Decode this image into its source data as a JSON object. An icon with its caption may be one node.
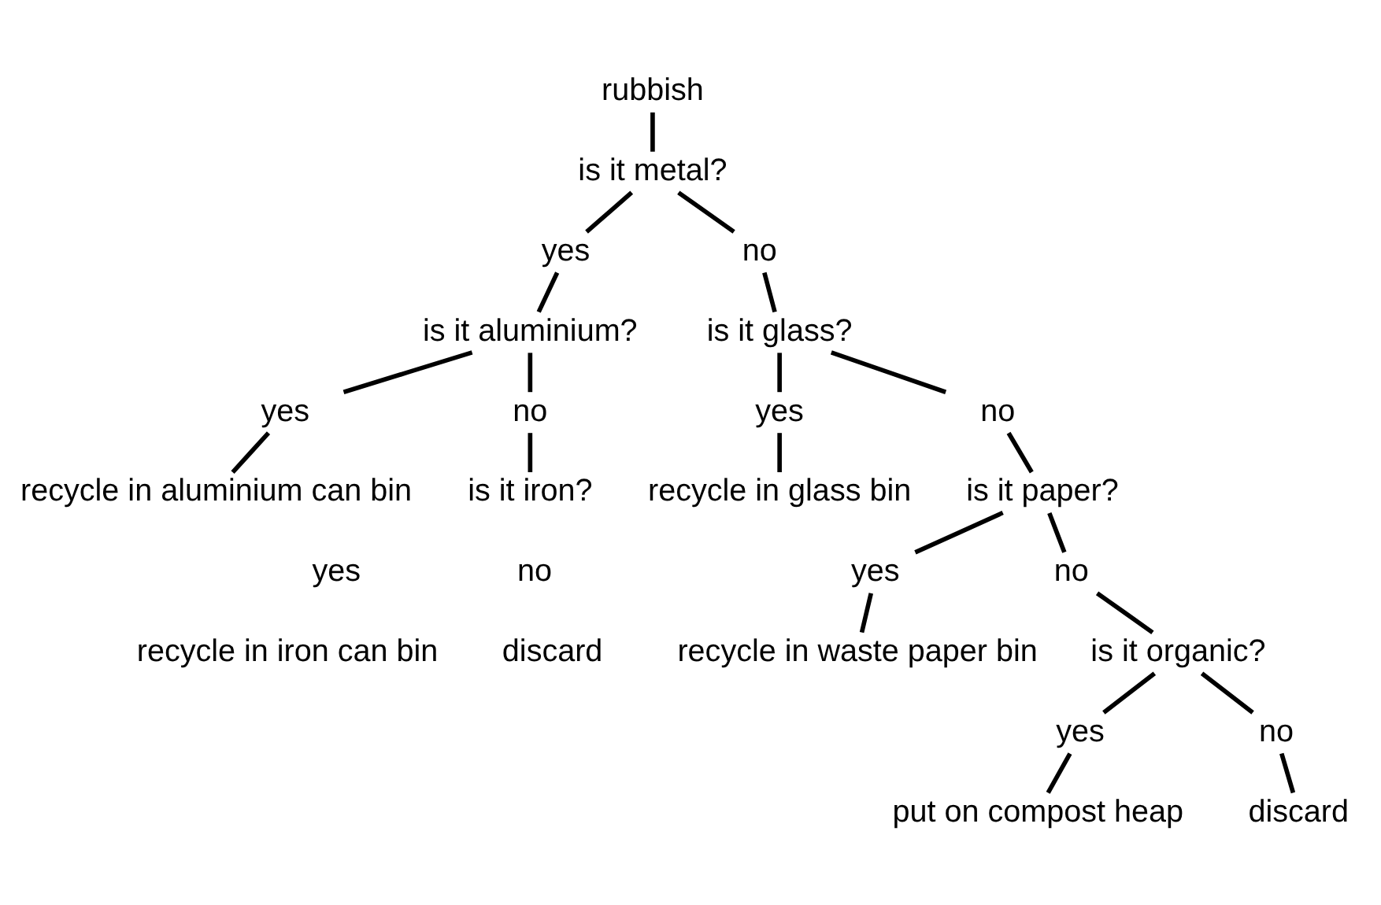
{
  "diagram": {
    "nodes": [
      {
        "text": [
          "rubbish"
        ]
      },
      {
        "text": [
          "is it metal?"
        ]
      },
      {
        "text": [
          "yes"
        ]
      },
      {
        "text": [
          "no"
        ]
      },
      {
        "text": [
          "is it aluminium?"
        ]
      },
      {
        "text": [
          "is it glass?"
        ]
      },
      {
        "text": [
          "yes"
        ]
      },
      {
        "text": [
          "no"
        ]
      },
      {
        "text": [
          "yes"
        ]
      },
      {
        "text": [
          "no"
        ]
      },
      {
        "text": [
          "recycle in aluminium can bin"
        ]
      },
      {
        "text": [
          "is it iron?"
        ]
      },
      {
        "text": [
          "recycle in glass bin"
        ]
      },
      {
        "text": [
          "is it paper?"
        ]
      },
      {
        "text": [
          "yes"
        ]
      },
      {
        "text": [
          "no"
        ]
      },
      {
        "text": [
          "recycle in waste paper bin"
        ]
      },
      {
        "text": [
          "is it organic?"
        ]
      },
      {
        "text": [
          "yes"
        ]
      },
      {
        "text": [
          "no"
        ]
      },
      {
        "text": [
          "put on compost heap"
        ]
      },
      {
        "text": [
          "discard"
        ]
      }
    ],
    "edges": [
      {
        "from": 0,
        "to": 1,
        "arrow": "none"
      },
      {
        "from": 1,
        "to": 2,
        "arrow": "none"
      },
      {
        "from": 1,
        "to": 3,
        "arrow": "none"
      },
      {
        "from": 2,
        "to": 4,
        "arrow": "none"
      },
      {
        "from": 3,
        "to": 5,
        "arrow": "none"
      },
      {
        "from": 4,
        "to": 6,
        "arrow": "none"
      },
      {
        "from": 4,
        "to": 7,
        "arrow": "none"
      },
      {
        "from": 5,
        "to": 8,
        "arrow": "none"
      },
      {
        "from": 5,
        "to": 9,
        "arrow": "none"
      },
      {
        "from": 6,
        "to": 10,
        "arrow": "none"
      },
      {
        "from": 7,
        "to": 11,
        "arrow": "none"
      },
      {
        "from": 8,
        "to": 12,
        "arrow": "none"
      },
      {
        "from": 9,
        "to": 13,
        "arrow": "none"
      },
      {
        "from": 13,
        "to": 14,
        "arrow": "none"
      },
      {
        "from": 13,
        "to": 15,
        "arrow": "none"
      },
      {
        "from": 14,
        "to": 16,
        "arrow": "none"
      },
      {
        "from": 15,
        "to": 17,
        "arrow": "none"
      },
      {
        "from": 17,
        "to": 18,
        "arrow": "none"
      },
      {
        "from": 17,
        "to": 19,
        "arrow": "none"
      },
      {
        "from": 18,
        "to": 20,
        "arrow": "none"
      },
      {
        "from": 19,
        "to": 21,
        "arrow": "none"
      }
    ],
    "labels": [
      "yes",
      "no",
      "recycle in iron can bin",
      "discard"
    ]
  }
}
